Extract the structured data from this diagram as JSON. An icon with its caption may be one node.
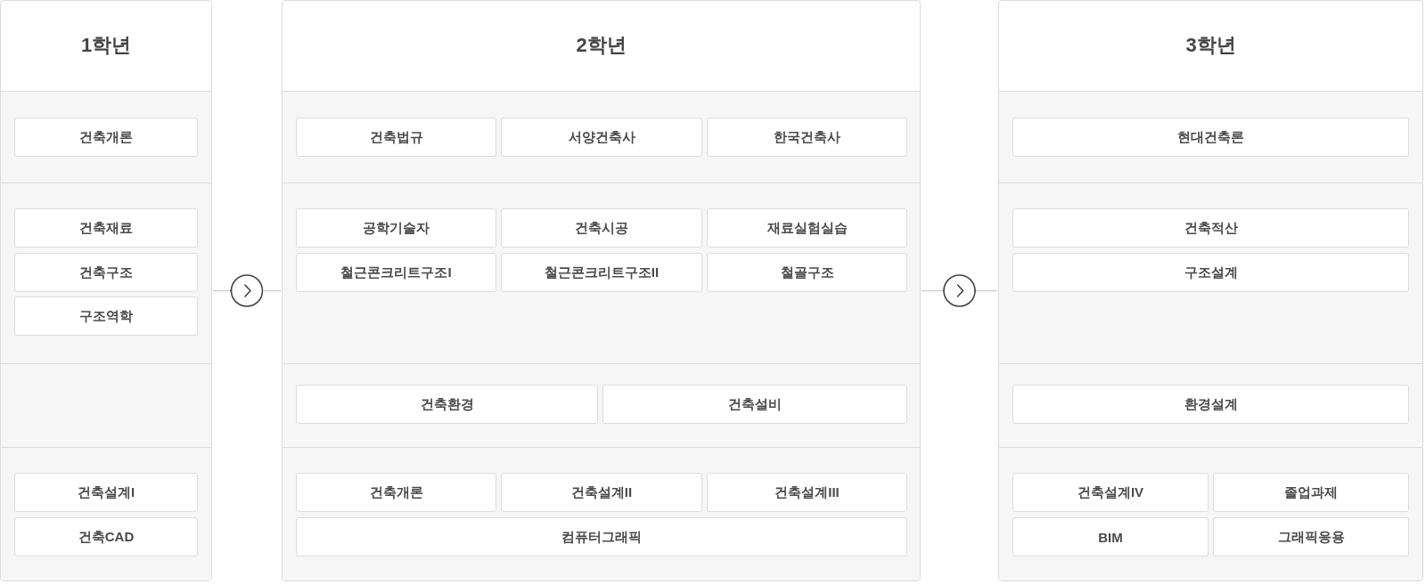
{
  "diagram": {
    "nodes": [
      {
        "text": [
          "1학년"
        ]
      },
      {
        "text": [],
        "shape": "band",
        "in": 0
      },
      {
        "text": [
          "건축개론"
        ],
        "in": 1
      },
      {
        "text": [],
        "shape": "band",
        "in": 0
      },
      {
        "text": [
          "건축재료"
        ],
        "in": 3
      },
      {
        "text": [
          "건축구조"
        ],
        "in": 3
      },
      {
        "text": [
          "구조역학"
        ],
        "in": 3
      },
      {
        "text": [],
        "shape": "band",
        "in": 0
      },
      {
        "text": [],
        "shape": "band",
        "in": 0
      },
      {
        "text": [
          "건축설계I"
        ],
        "in": 8
      },
      {
        "text": [
          "건축CAD"
        ],
        "in": 8
      },
      {
        "text": [
          "2학년"
        ]
      },
      {
        "text": [],
        "shape": "band",
        "in": 11
      },
      {
        "text": [
          "건축법규"
        ],
        "in": 12
      },
      {
        "text": [
          "서양건축사"
        ],
        "in": 12
      },
      {
        "text": [
          "한국건축사"
        ],
        "in": 12
      },
      {
        "text": [],
        "shape": "band",
        "in": 11
      },
      {
        "text": [
          "공학기술자"
        ],
        "in": 16
      },
      {
        "text": [
          "건축시공"
        ],
        "in": 16
      },
      {
        "text": [
          "재료실험실습"
        ],
        "in": 16
      },
      {
        "text": [
          "철근콘크리트구조I"
        ],
        "in": 16
      },
      {
        "text": [
          "철근콘크리트구조II"
        ],
        "in": 16
      },
      {
        "text": [
          "철골구조"
        ],
        "in": 16
      },
      {
        "text": [],
        "shape": "band",
        "in": 11
      },
      {
        "text": [
          "건축환경"
        ],
        "in": 23
      },
      {
        "text": [
          "건축설비"
        ],
        "in": 23
      },
      {
        "text": [],
        "shape": "band",
        "in": 11
      },
      {
        "text": [
          "건축개론"
        ],
        "in": 26
      },
      {
        "text": [
          "건축설계II"
        ],
        "in": 26
      },
      {
        "text": [
          "건축설계III"
        ],
        "in": 26
      },
      {
        "text": [
          "컴퓨터그래픽"
        ],
        "in": 26
      },
      {
        "text": [
          "3학년"
        ]
      },
      {
        "text": [],
        "shape": "band",
        "in": 31
      },
      {
        "text": [
          "현대건축론"
        ],
        "in": 32
      },
      {
        "text": [],
        "shape": "band",
        "in": 31
      },
      {
        "text": [
          "건축적산"
        ],
        "in": 34
      },
      {
        "text": [
          "구조설계"
        ],
        "in": 34
      },
      {
        "text": [],
        "shape": "band",
        "in": 31
      },
      {
        "text": [
          "환경설계"
        ],
        "in": 37
      },
      {
        "text": [],
        "shape": "band",
        "in": 31
      },
      {
        "text": [
          "건축설계IV"
        ],
        "in": 39
      },
      {
        "text": [
          "졸업과제"
        ],
        "in": 39
      },
      {
        "text": [
          "BIM"
        ],
        "in": 39
      },
      {
        "text": [
          "그래픽응용"
        ],
        "in": 39
      }
    ],
    "edges": [
      {
        "from": 0,
        "to": 11,
        "arrow": "to"
      },
      {
        "from": 11,
        "to": 31,
        "arrow": "to"
      }
    ]
  }
}
